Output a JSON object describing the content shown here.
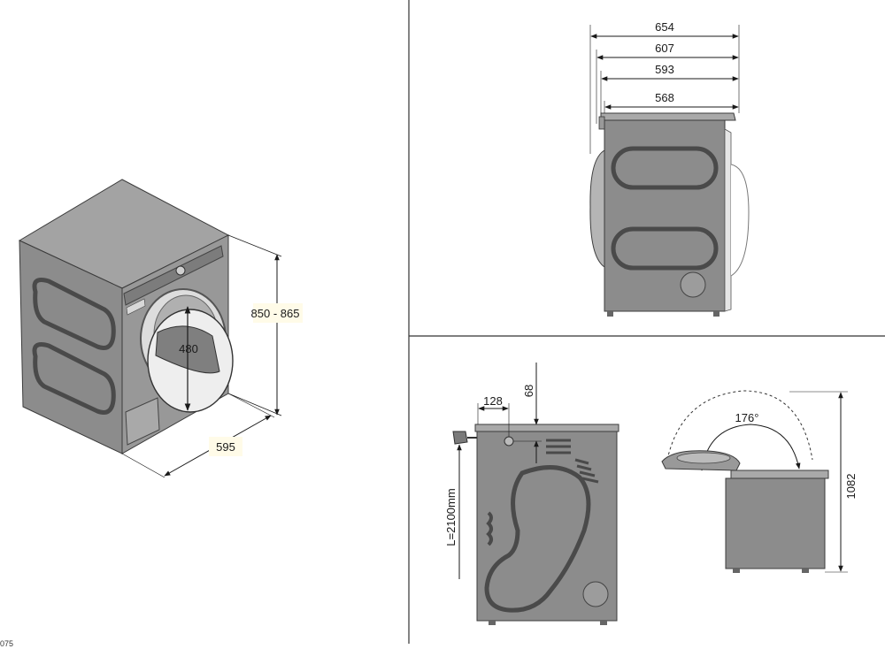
{
  "iso_view": {
    "height_label": "850 - 865",
    "width_label": "595",
    "door_opening_label": "480"
  },
  "side_view": {
    "depth_labels": [
      "654",
      "607",
      "593",
      "568"
    ]
  },
  "rear_view": {
    "offset_horizontal_label": "128",
    "offset_vertical_label": "68",
    "cable_length_label": "L=2100mm"
  },
  "door_view": {
    "angle_label": "176°",
    "height_label": "1082"
  },
  "footer": {
    "code_fragment": "075"
  }
}
